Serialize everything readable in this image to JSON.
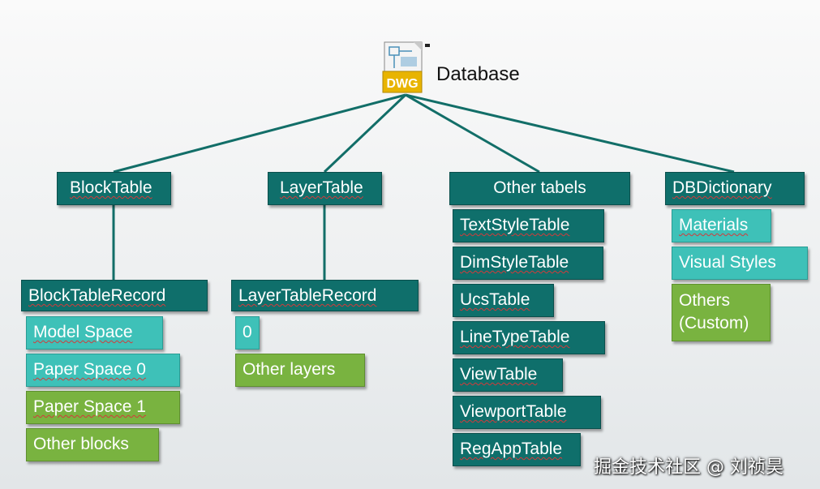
{
  "root": {
    "label": "Database",
    "icon_text": "DWG",
    "icon": "dwg-file-icon"
  },
  "groups": {
    "block_table": {
      "title": "BlockTable",
      "record": "BlockTableRecord",
      "items": [
        "Model Space",
        "Paper Space 0",
        "Paper Space 1",
        "Other blocks"
      ]
    },
    "layer_table": {
      "title": "LayerTable",
      "record": "LayerTableRecord",
      "items": [
        "0",
        "Other layers"
      ]
    },
    "other_tables": {
      "title": "Other tabels",
      "items": [
        "TextStyleTable",
        "DimStyleTable",
        "UcsTable",
        "LineTypeTable",
        "ViewTable",
        "ViewportTable",
        "RegAppTable"
      ]
    },
    "db_dictionary": {
      "title": "DBDictionary",
      "items": [
        "Materials",
        "Visual Styles",
        "Others (Custom)"
      ]
    }
  },
  "colors": {
    "dark": "#0f6f6b",
    "light": "#3ec1b8",
    "green": "#79b340",
    "line": "#126e68"
  },
  "watermark": "掘金技术社区 @ 刘祯昊"
}
